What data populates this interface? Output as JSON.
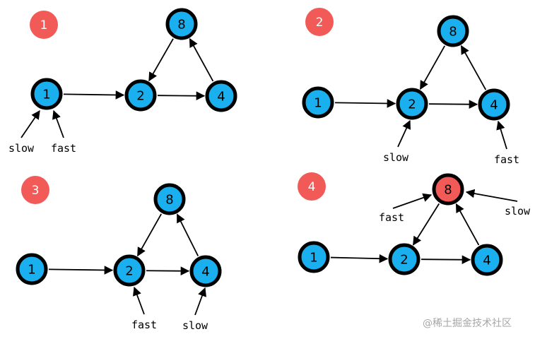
{
  "colors": {
    "node_fill": "#1ab0f0",
    "highlight_fill": "#f25a58",
    "badge_fill": "#f25a58",
    "stroke": "#000000"
  },
  "panels": [
    {
      "badge": "1",
      "nodes": [
        {
          "id": "n1",
          "label": "1"
        },
        {
          "id": "n2",
          "label": "2"
        },
        {
          "id": "n4",
          "label": "4"
        },
        {
          "id": "n8",
          "label": "8"
        }
      ],
      "edges": [
        [
          "n1",
          "n2"
        ],
        [
          "n2",
          "n4"
        ],
        [
          "n4",
          "n8"
        ],
        [
          "n8",
          "n2"
        ]
      ],
      "pointers": [
        {
          "label": "slow",
          "target": "n1"
        },
        {
          "label": "fast",
          "target": "n1"
        }
      ]
    },
    {
      "badge": "2",
      "nodes": [
        {
          "id": "n1",
          "label": "1"
        },
        {
          "id": "n2",
          "label": "2"
        },
        {
          "id": "n4",
          "label": "4"
        },
        {
          "id": "n8",
          "label": "8"
        }
      ],
      "edges": [
        [
          "n1",
          "n2"
        ],
        [
          "n2",
          "n4"
        ],
        [
          "n4",
          "n8"
        ],
        [
          "n8",
          "n2"
        ]
      ],
      "pointers": [
        {
          "label": "slow",
          "target": "n2"
        },
        {
          "label": "fast",
          "target": "n4"
        }
      ]
    },
    {
      "badge": "3",
      "nodes": [
        {
          "id": "n1",
          "label": "1"
        },
        {
          "id": "n2",
          "label": "2"
        },
        {
          "id": "n4",
          "label": "4"
        },
        {
          "id": "n8",
          "label": "8"
        }
      ],
      "edges": [
        [
          "n1",
          "n2"
        ],
        [
          "n2",
          "n4"
        ],
        [
          "n4",
          "n8"
        ],
        [
          "n8",
          "n2"
        ]
      ],
      "pointers": [
        {
          "label": "fast",
          "target": "n2"
        },
        {
          "label": "slow",
          "target": "n4"
        }
      ]
    },
    {
      "badge": "4",
      "nodes": [
        {
          "id": "n1",
          "label": "1"
        },
        {
          "id": "n2",
          "label": "2"
        },
        {
          "id": "n4",
          "label": "4"
        },
        {
          "id": "n8",
          "label": "8",
          "highlight": true
        }
      ],
      "edges": [
        [
          "n1",
          "n2"
        ],
        [
          "n2",
          "n4"
        ],
        [
          "n4",
          "n8"
        ],
        [
          "n8",
          "n2"
        ]
      ],
      "pointers": [
        {
          "label": "fast",
          "target": "n8"
        },
        {
          "label": "slow",
          "target": "n8"
        }
      ]
    }
  ],
  "watermark": "@稀土掘金技术社区"
}
